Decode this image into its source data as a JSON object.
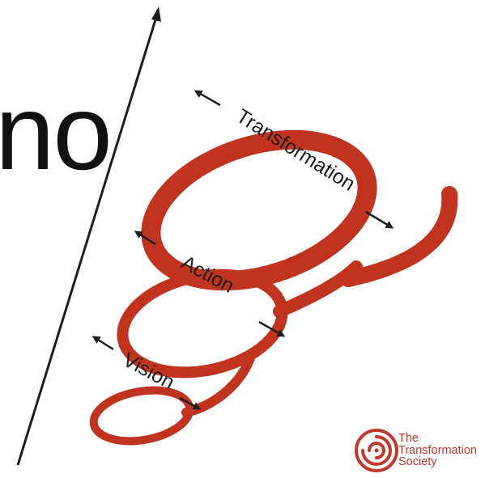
{
  "slide": {
    "partial_title": "no"
  },
  "diagram": {
    "stages": {
      "vision": "Vision",
      "action": "Action",
      "transformation": "Transformation"
    },
    "colors": {
      "spiral": "#c0331e",
      "arrows": "#1e1e1e",
      "logo": "#c03a2b"
    }
  },
  "logo": {
    "line1": "The",
    "line2": "Transformation",
    "line3": "Society",
    "icon": "spiral-icon"
  }
}
